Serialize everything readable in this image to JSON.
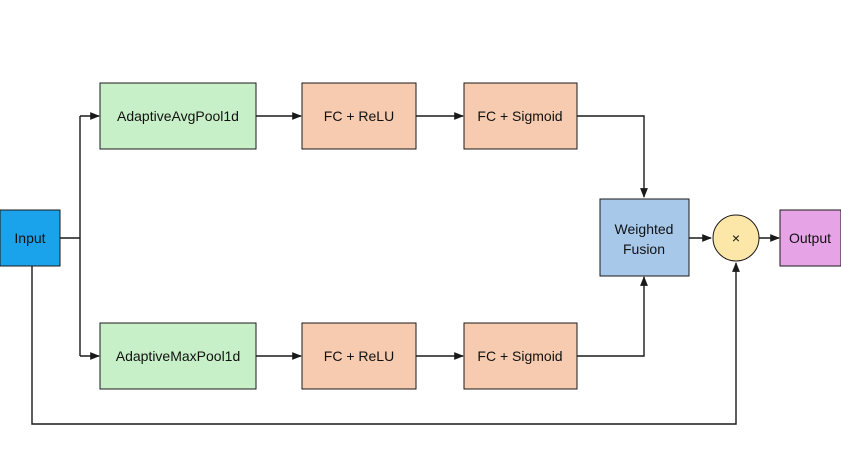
{
  "nodes": {
    "input": {
      "label": "Input",
      "color": "#1aa3ea"
    },
    "avgpool": {
      "label": "AdaptiveAvgPool1d",
      "color": "#c8f0c8"
    },
    "maxpool": {
      "label": "AdaptiveMaxPool1d",
      "color": "#c8f0c8"
    },
    "fc_relu_top": {
      "label": "FC + ReLU",
      "color": "#f7cbb0"
    },
    "fc_sigmoid_top": {
      "label": "FC + Sigmoid",
      "color": "#f7cbb0"
    },
    "fc_relu_bottom": {
      "label": "FC + ReLU",
      "color": "#f7cbb0"
    },
    "fc_sigmoid_bottom": {
      "label": "FC + Sigmoid",
      "color": "#f7cbb0"
    },
    "fusion": {
      "label_line1": "Weighted",
      "label_line2": "Fusion",
      "color": "#a8c8ea"
    },
    "multiply": {
      "label": "×",
      "color": "#fde7a8"
    },
    "output": {
      "label": "Output",
      "color": "#e6a3e6"
    }
  }
}
